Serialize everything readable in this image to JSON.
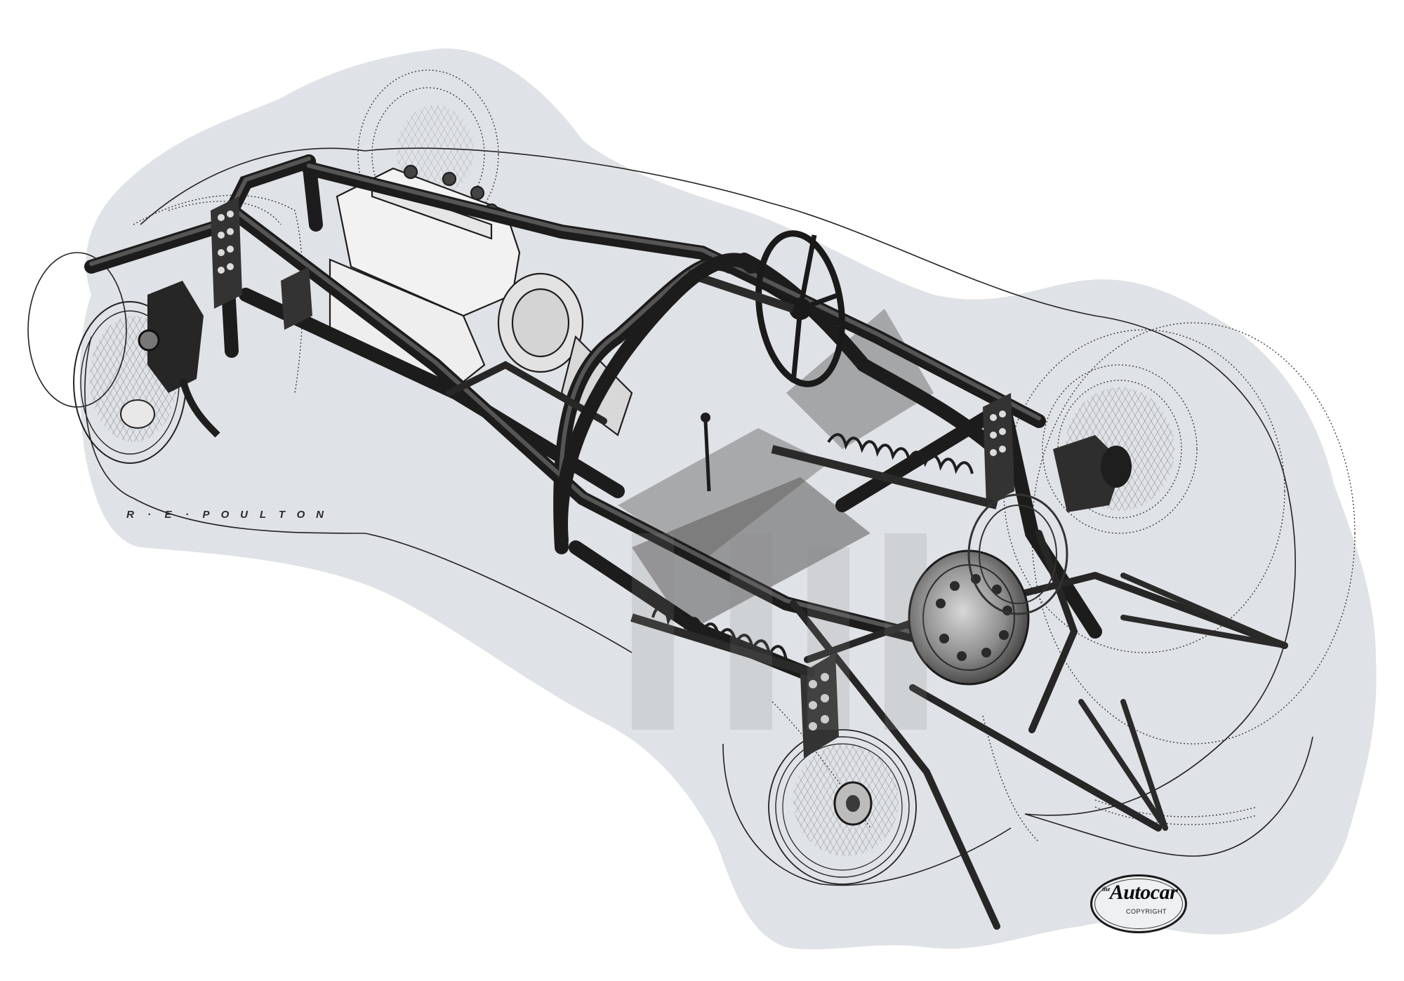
{
  "illustration": {
    "subject": "racing car spaceframe chassis cutaway",
    "style": "monochrome technical cutaway drawing on grey paper cutout",
    "colors": {
      "page_background": "#ffffff",
      "paper": "#dfe2e6",
      "ink": "#1a1a1a",
      "tube_dark": "#3a3a3a",
      "tube_mid": "#5c5c5c",
      "tube_highlight": "#9a9a9a",
      "engine_fill": "#f4f4f4"
    },
    "components": [
      "front-left-wire-wheel",
      "front-right-wire-wheel",
      "rear-left-wire-wheel",
      "rear-right-wire-wheel",
      "tubular-spaceframe",
      "inline-four-engine",
      "gearbox",
      "steering-wheel",
      "gear-lever",
      "roll-hoop",
      "coil-spring-dampers",
      "rear-differential-brake-drum",
      "radius-arms",
      "body-outline-dotted"
    ]
  },
  "signature": {
    "letters": [
      "R",
      "·",
      "E",
      "·",
      "P",
      "O",
      "U",
      "L",
      "T",
      "O",
      "N"
    ]
  },
  "badge": {
    "prefix": "the",
    "brand": "Autocar",
    "notice": "COPYRIGHT"
  }
}
